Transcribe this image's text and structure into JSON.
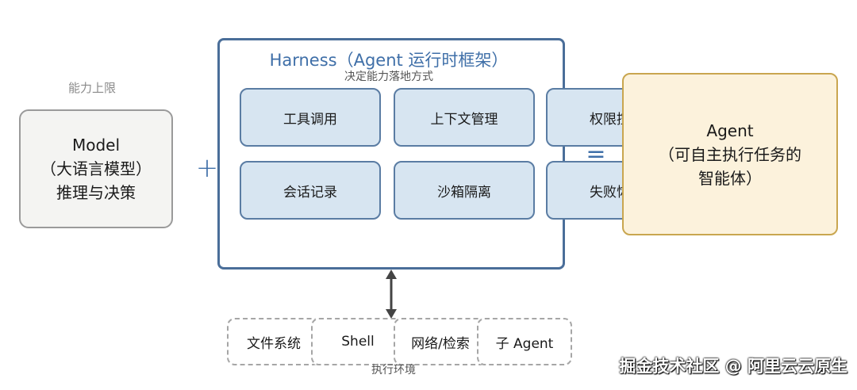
{
  "model": {
    "caption": "能力上限",
    "line1": "Model",
    "line2": "（大语言模型）",
    "line3": "推理与决策"
  },
  "plus_sign": "+",
  "harness": {
    "title": "Harness（Agent 运行时框架）",
    "subtitle": "决定能力落地方式",
    "capabilities": [
      "工具调用",
      "上下文管理",
      "权限控制",
      "会话记录",
      "沙箱隔离",
      "失败恢复"
    ]
  },
  "equals_sign": "=",
  "agent": {
    "line1": "Agent",
    "line2": "（可自主执行任务的",
    "line3": "智能体）"
  },
  "environment": {
    "caption": "执行环境",
    "items": [
      "文件系统",
      "Shell",
      "网络/检索",
      "子 Agent"
    ]
  },
  "watermark": "掘金技术社区 @ 阿里云云原生",
  "colors": {
    "harness_border": "#4a6e99",
    "capability_fill": "#d7e5f1",
    "agent_fill": "#fcf2dc",
    "agent_border": "#c9a64f",
    "model_fill": "#f4f4f2"
  }
}
